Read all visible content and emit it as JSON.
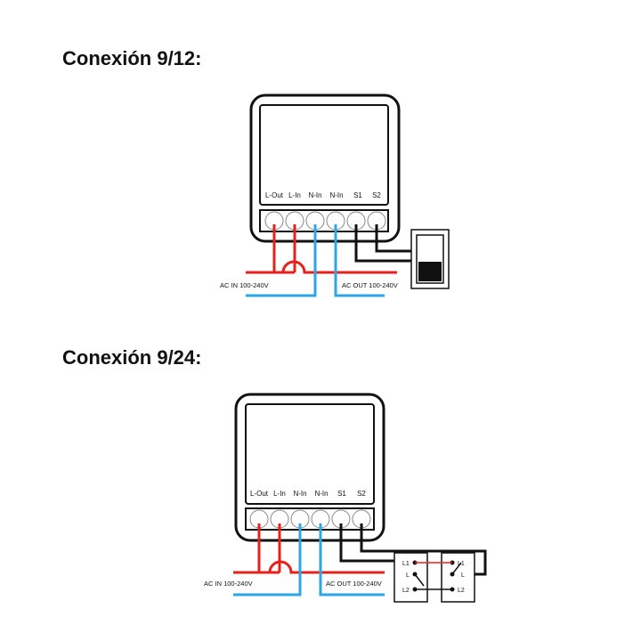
{
  "diagrams": [
    {
      "title": "Conexión 9/12:",
      "terminals": [
        "L-Out",
        "L-In",
        "N-In",
        "N-In",
        "S1",
        "S2"
      ],
      "ac_in_label": "AC IN 100-240V",
      "ac_out_label": "AC  OUT 100-240V",
      "switch": "single rocker switch"
    },
    {
      "title": "Conexión 9/24:",
      "terminals": [
        "L-Out",
        "L-In",
        "N-In",
        "N-In",
        "S1",
        "S2"
      ],
      "ac_in_label": "AC IN 100-240V",
      "ac_out_label": "AC  OUT 100-240V",
      "switch": "two-way switches",
      "switch_terminals": [
        "L1",
        "L",
        "L2"
      ]
    }
  ],
  "colors": {
    "live": "#e8201c",
    "neutral": "#2aa7e6",
    "switch_wire": "#111111"
  }
}
